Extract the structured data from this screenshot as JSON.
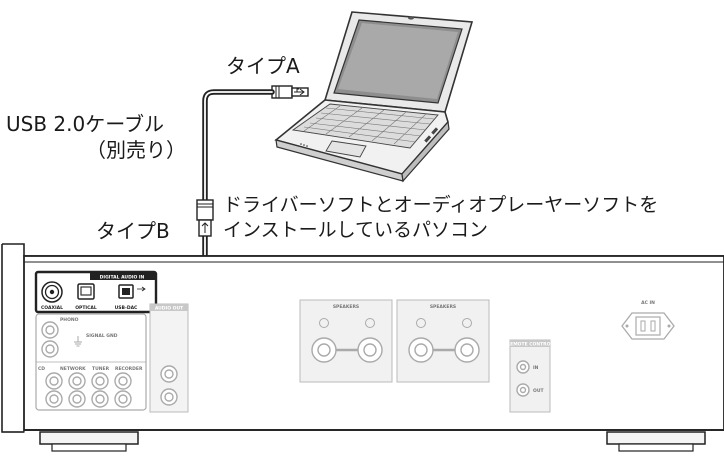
{
  "labels": {
    "type_a": "タイプA",
    "type_b": "タイプB",
    "cable_name": "USB 2.0ケーブル",
    "cable_note": "（別売り）",
    "pc_line1": "ドライバーソフトとオーディオプレーヤーソフトを",
    "pc_line2": "インストールしているパソコン"
  },
  "panel": {
    "digital_audio_in": "DIGITAL AUDIO IN",
    "coaxial": "COAXIAL",
    "optical": "OPTICAL",
    "usb_dac": "USB-DAC",
    "phono": "PHONO",
    "signal_gnd": "SIGNAL GND",
    "cd": "CD",
    "network": "NETWORK",
    "tuner": "TUNER",
    "recorder": "RECORDER",
    "audio_out": "AUDIO OUT",
    "speakers": "SPEAKERS",
    "remote_control": "REMOTE CONTROL",
    "in": "IN",
    "out": "OUT",
    "ac_in": "AC IN"
  }
}
